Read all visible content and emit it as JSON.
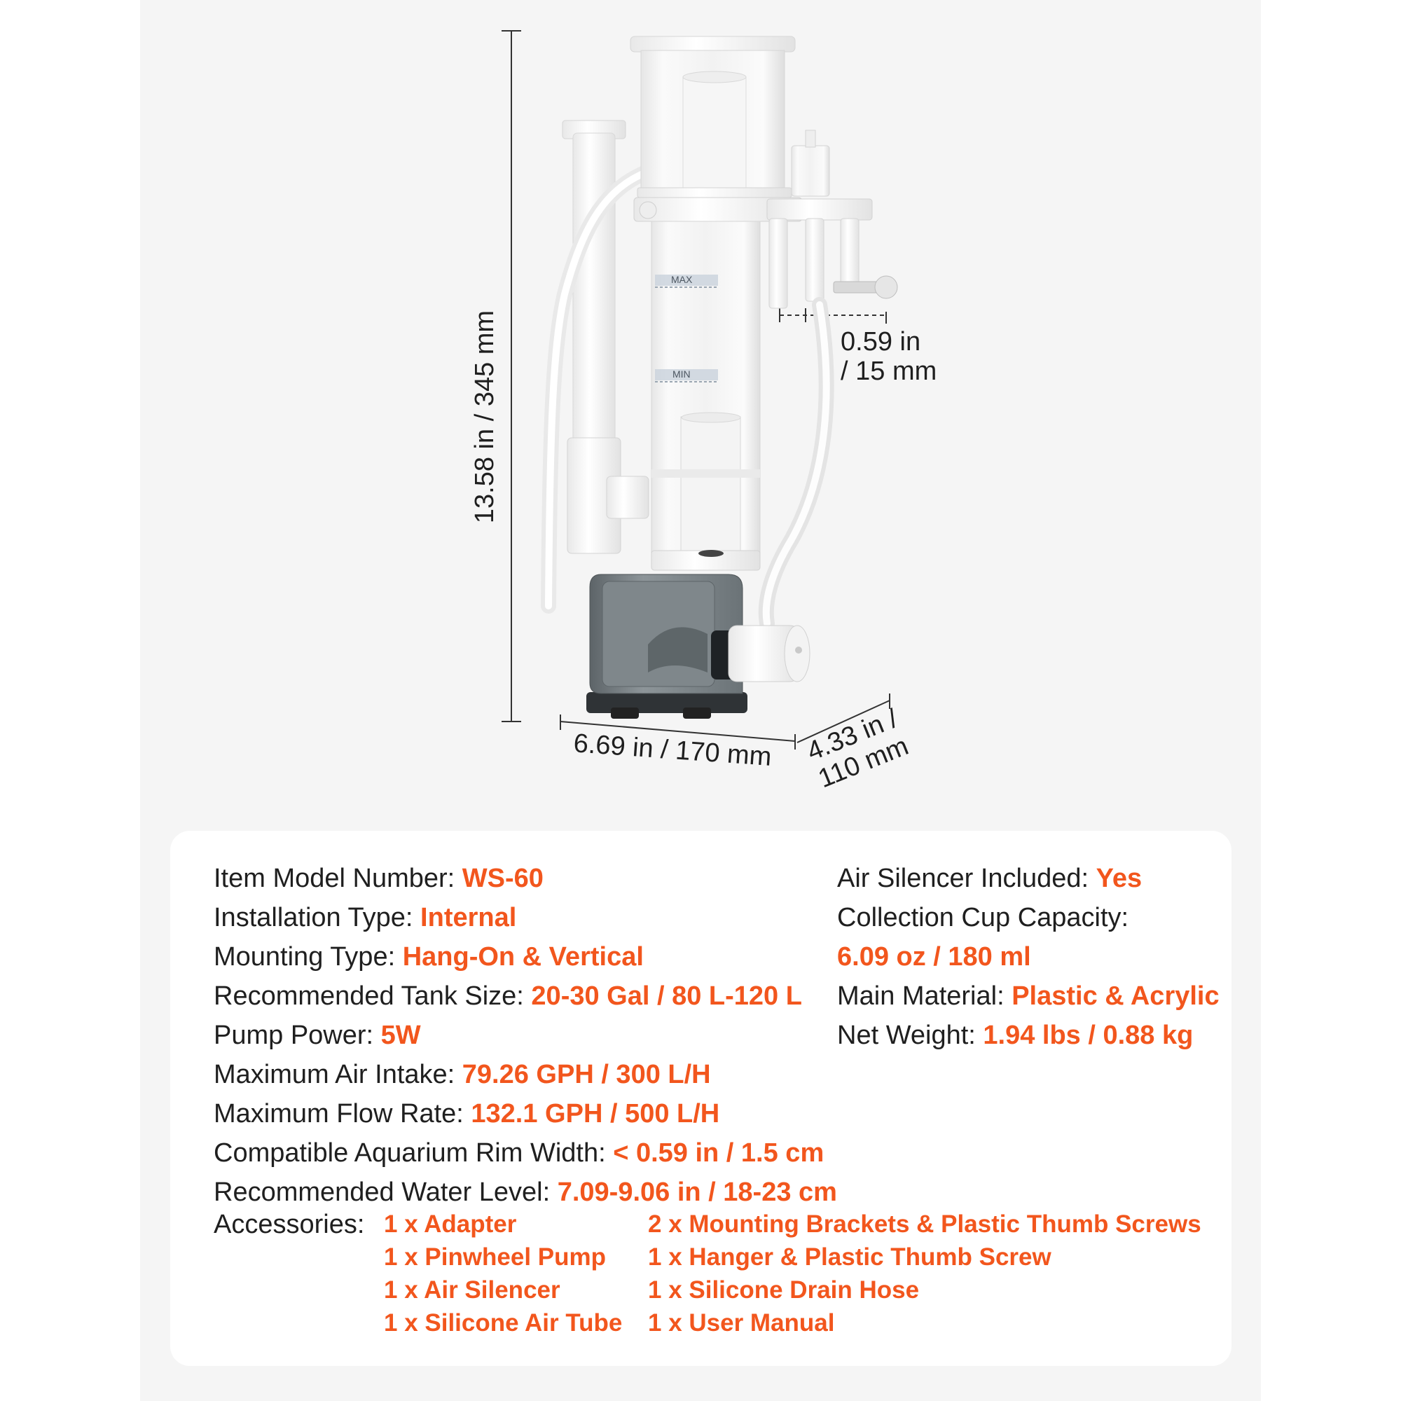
{
  "dimensions": {
    "height": "13.58 in / 345 mm",
    "width": "6.69 in / 170 mm",
    "depth": "4.33 in / 110 mm",
    "rim_gap_line1": "0.59 in",
    "rim_gap_line2": "/ 15 mm"
  },
  "markings": {
    "max": "MAX",
    "min": "MIN"
  },
  "specs_left": [
    {
      "label": "Item Model Number: ",
      "value": "WS-60"
    },
    {
      "label": "Installation Type: ",
      "value": "Internal"
    },
    {
      "label": "Mounting Type: ",
      "value": "Hang-On & Vertical"
    },
    {
      "label": "Recommended Tank Size: ",
      "value": "20-30 Gal / 80 L-120 L"
    },
    {
      "label": "Pump Power: ",
      "value": "5W"
    },
    {
      "label": "Maximum Air Intake: ",
      "value": "79.26 GPH / 300 L/H"
    },
    {
      "label": "Maximum Flow Rate: ",
      "value": "132.1 GPH / 500 L/H"
    },
    {
      "label": "Compatible Aquarium Rim Width: ",
      "value": "< 0.59 in / 1.5 cm"
    },
    {
      "label": "Recommended Water Level: ",
      "value": "7.09-9.06 in / 18-23 cm"
    }
  ],
  "specs_right": {
    "air_silencer_label": "Air Silencer Included: ",
    "air_silencer_value": "Yes",
    "cup_capacity_label": "Collection Cup Capacity:",
    "cup_capacity_value": "6.09 oz / 180 ml",
    "material_label": "Main Material: ",
    "material_value": "Plastic & Acrylic",
    "weight_label": "Net Weight: ",
    "weight_value": "1.94 lbs / 0.88 kg"
  },
  "accessories": {
    "label": "Accessories:",
    "column1": [
      "1 x Adapter",
      "1 x Pinwheel Pump",
      "1 x Air Silencer",
      "1 x Silicone Air Tube"
    ],
    "column2": [
      "2 x Mounting Brackets & Plastic Thumb Screws",
      "1 x Hanger & Plastic Thumb Screw",
      "1 x Silicone Drain Hose",
      "1 x User Manual"
    ]
  },
  "colors": {
    "accent": "#f2561d",
    "text": "#1f1f1f",
    "panel": "#f5f5f5",
    "card": "#ffffff",
    "pump": "#7d8589"
  }
}
